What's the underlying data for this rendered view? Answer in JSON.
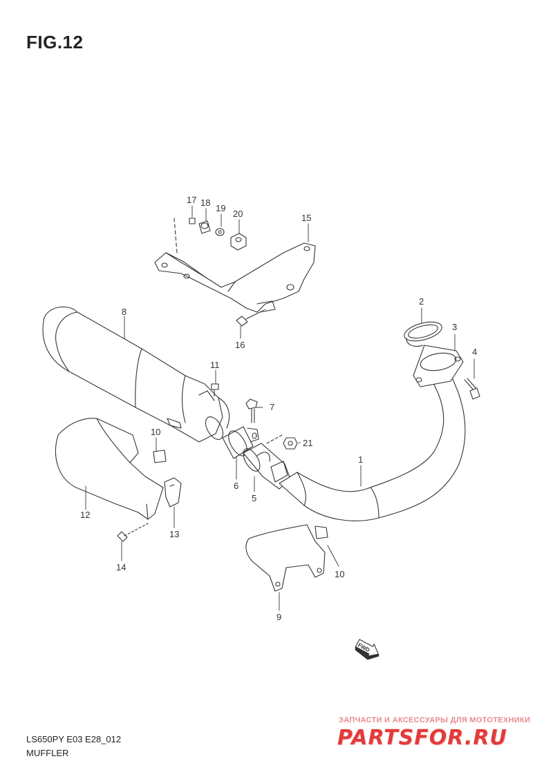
{
  "figure": {
    "title": "FIG.12"
  },
  "callouts": [
    {
      "id": "c1",
      "label": "1"
    },
    {
      "id": "c2",
      "label": "2"
    },
    {
      "id": "c3",
      "label": "3"
    },
    {
      "id": "c4",
      "label": "4"
    },
    {
      "id": "c5",
      "label": "5"
    },
    {
      "id": "c6",
      "label": "6"
    },
    {
      "id": "c7",
      "label": "7"
    },
    {
      "id": "c8",
      "label": "8"
    },
    {
      "id": "c9",
      "label": "9"
    },
    {
      "id": "c10a",
      "label": "10"
    },
    {
      "id": "c10b",
      "label": "10"
    },
    {
      "id": "c11",
      "label": "11"
    },
    {
      "id": "c12",
      "label": "12"
    },
    {
      "id": "c13",
      "label": "13"
    },
    {
      "id": "c14",
      "label": "14"
    },
    {
      "id": "c15",
      "label": "15"
    },
    {
      "id": "c16",
      "label": "16"
    },
    {
      "id": "c17",
      "label": "17"
    },
    {
      "id": "c18",
      "label": "18"
    },
    {
      "id": "c19",
      "label": "19"
    },
    {
      "id": "c20",
      "label": "20"
    },
    {
      "id": "c21",
      "label": "21"
    }
  ],
  "fwd_marker": {
    "label": "FWD"
  },
  "footer": {
    "code": "LS650PY E03 E28_012",
    "name": "MUFFLER"
  },
  "watermark": {
    "tagline": "ЗАПЧАСТИ И АКСЕССУАРЫ ДЛЯ МОТОТЕХНИКИ",
    "logo": "PARTSFOR.RU"
  },
  "colors": {
    "line": "#333333",
    "watermark": "#e23b3b"
  }
}
